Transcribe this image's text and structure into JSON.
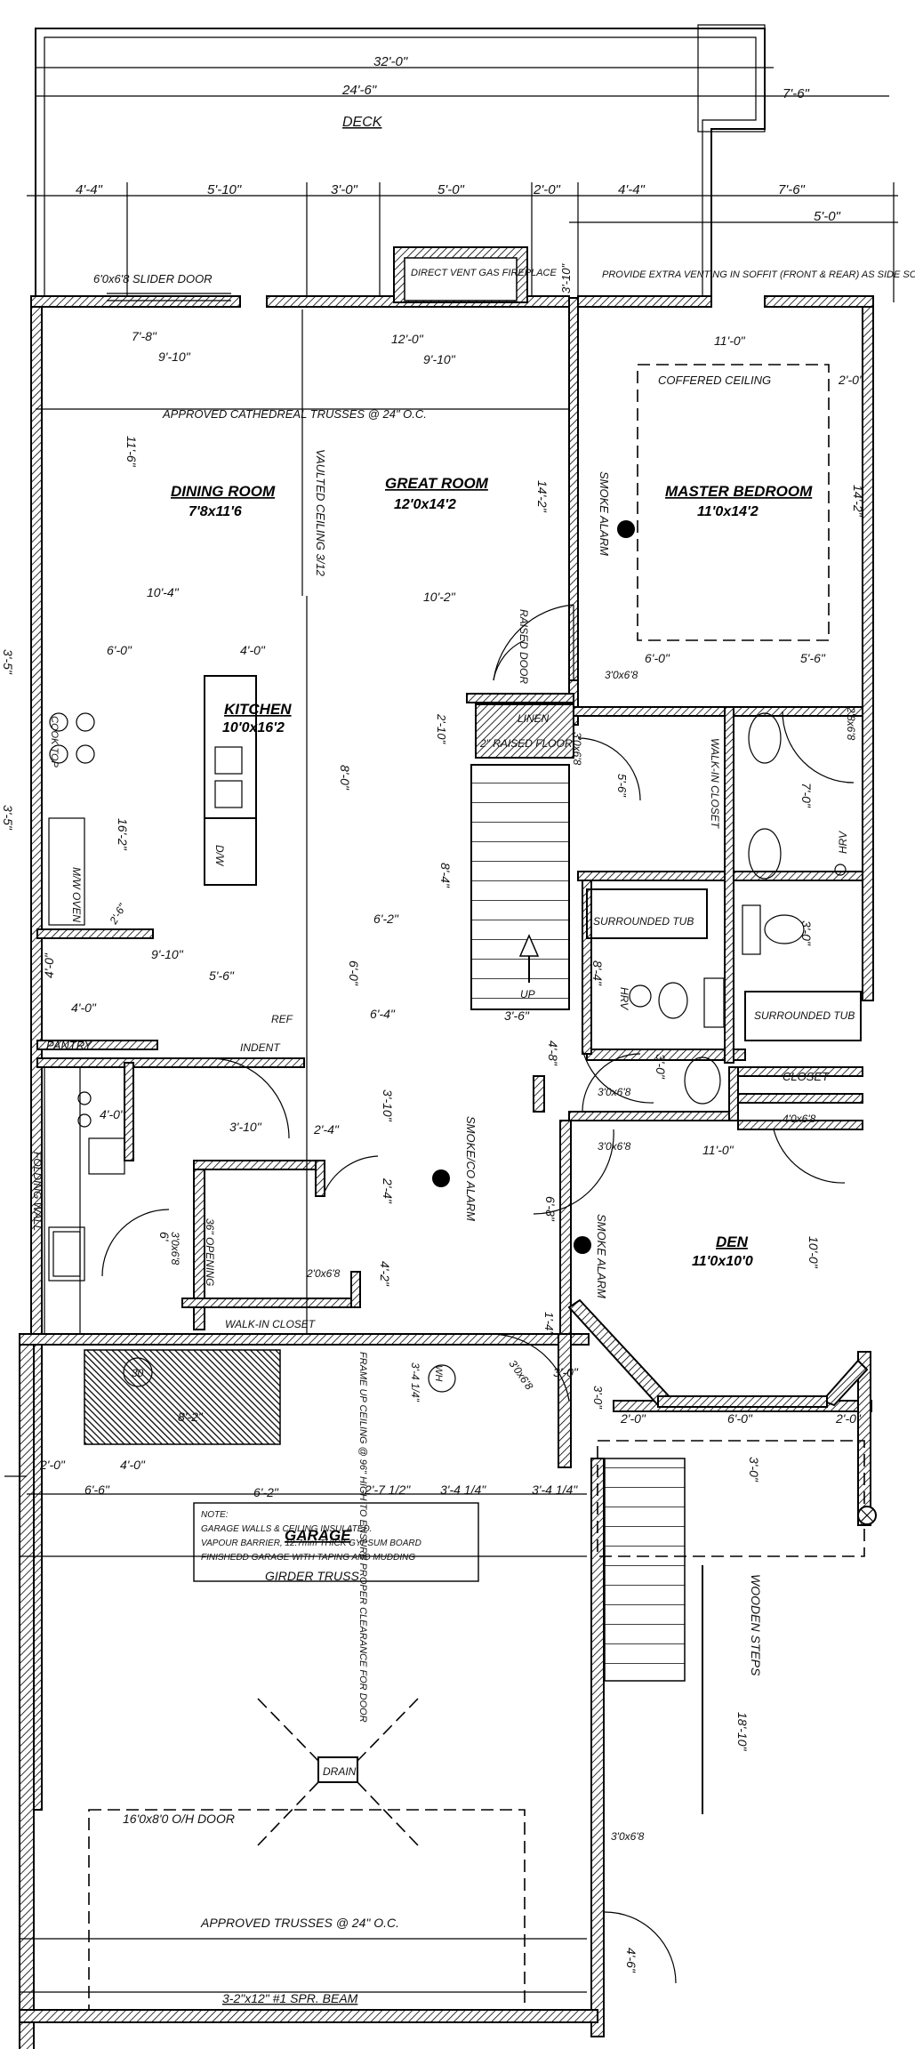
{
  "deck": {
    "label": "DECK",
    "dim_total": "32'-0\"",
    "dim_main": "24'-6\"",
    "dim_right": "7'-6\"",
    "dims_row": [
      "4'-4\"",
      "5'-10\"",
      "3'-0\"",
      "5'-0\"",
      "2'-0\"",
      "4'-4\"",
      "7'-6\""
    ],
    "dim_sub": "5'-0\""
  },
  "notes": {
    "slider": "6'0x6'8 SLIDER DOOR",
    "fireplace": "DIRECT VENT GAS FIREPLACE",
    "fireplace_dim": "3'-10\"",
    "soffit": "PROVIDE EXTRA VENTING IN SOFFIT (FRONT & REAR) AS SIDE SOFFITS ARE NON VENTING",
    "trusses_top": "APPROVED CATHEDREAL TRUSSES @ 24\" O.C.",
    "vaulted": "VAULTED CEILING 3/12",
    "coffered": "COFFERED CEILING",
    "raised_door": "RAISED DOOR",
    "linen": "LINEN",
    "raised_floor": "2\" RAISED FLOOR",
    "walkin_top": "WALK-IN CLOSET",
    "walkin_bottom": "WALK-IN CLOSET",
    "pantry": "PANTRY",
    "ref": "REF",
    "indent": "INDENT",
    "mw_oven": "M/W OVEN",
    "dw": "D/W",
    "opening": "36\" OPENING",
    "frame_up": "FRAME UP CEILING @ 96\" HIGH TO ENSURE PROPER CLEARANCE FOR DOOR",
    "up": "UP",
    "closet": "CLOSET",
    "surrounded_tub_1": "SURROUNDED TUB",
    "surrounded_tub_2": "SURROUNDED TUB",
    "hrv_1": "HRV",
    "hrv_2": "HRV",
    "cooktop": "COOK TOP",
    "laundry": "FOLDING WALL",
    "garage_note": "NOTE:\nGARAGE WALLS & CEILING INSULATED.\nVAPOUR BARRIER, 12.7mm THICK GYPSUM BOARD\nFINISHEDD GARAGE WITH TAPING AND MUDDING",
    "drain": "DRAIN",
    "oh_door": "16'0x8'0 O/H DOOR",
    "trusses_bottom": "APPROVED TRUSSES @ 24\" O.C.",
    "beam": "3-2\"x12\" #1 SPR. BEAM",
    "girder": "GIRDER TRUSS",
    "wooden_steps": "WOODEN STEPS",
    "wh": "WH",
    "smoke_1": "SMOKE ALARM",
    "smoke_2": "SMOKE/CO ALARM",
    "smoke_3": "SMOKE ALARM",
    "count_30": "30"
  },
  "rooms": {
    "dining": {
      "name": "DINING ROOM",
      "size": "7'8x11'6"
    },
    "great": {
      "name": "GREAT ROOM",
      "size": "12'0x14'2"
    },
    "master": {
      "name": "MASTER BEDROOM",
      "size": "11'0x14'2"
    },
    "kitchen": {
      "name": "KITCHEN",
      "size": "10'0x16'2"
    },
    "den": {
      "name": "DEN",
      "size": "11'0x10'0"
    },
    "garage": {
      "name": "GARAGE"
    }
  },
  "dims": {
    "d_7_8": "7'-8\"",
    "d_9_10a": "9'-10\"",
    "d_12_0": "12'-0\"",
    "d_9_10b": "9'-10\"",
    "d_11_0a": "11'-0\"",
    "d_2_0a": "2'-0\"",
    "d_11_6": "11'-6\"",
    "d_14_2a": "14'-2\"",
    "d_14_2b": "14'-2\"",
    "d_10_4": "10'-4\"",
    "d_10_2": "10'-2\"",
    "d_6_0a": "6'-0\"",
    "d_4_0a": "4'-0\"",
    "d_6_0b": "6'-0\"",
    "d_5_6a": "5'-6\"",
    "d_3x68a": "3'0x6'8",
    "d_2_10": "2'-10\"",
    "d_5_6b": "5'-6\"",
    "d_28x68": "2'8x6'8",
    "d_3x68b": "3'0x6'8",
    "d_8_0": "8'-0\"",
    "d_16_2": "16'-2\"",
    "d_7_0": "7'-0\"",
    "d_3_0a": "3'-0\"",
    "d_8_4a": "8'-4\"",
    "d_6_2a": "6'-2\"",
    "d_9_10c": "9'-10\"",
    "d_5_6c": "5'-6\"",
    "d_2_6": "2'-6\"",
    "d_8_4b": "8'-4\"",
    "d_6_0c": "6'-0\"",
    "d_4_0b": "4'-0\"",
    "d_4_0c": "4'-0\"",
    "d_6_4": "6'-4\"",
    "d_3_6": "3'-6\"",
    "d_4_8": "4'-8\"",
    "d_3_0b": "3'-0\"",
    "d_3x68c": "3'0x6'8",
    "d_3x68d": "3'0x6'8",
    "d_4x68": "4'0x6'8",
    "d_4_0d": "4'-0\"",
    "d_3_10a": "3'-10\"",
    "d_2_4a": "2'-4\"",
    "d_3_10b": "3'-10\"",
    "d_2_4b": "2'-4\"",
    "d_11_0b": "11'-0\"",
    "d_6_8": "6'-8\"",
    "d_10_0": "10'-0\"",
    "d_6_b": "6'",
    "d_3x68e": "3'0x6'8",
    "d_2x68": "2'0x6'8",
    "d_4_2": "4'-2\"",
    "d_1_4": "1'-4\"",
    "d_3x68f": "3'0x6'8",
    "d_3_0c": "3'-0\"",
    "d_3_0d": "3'-0\"",
    "d_2_0b": "2'-0\"",
    "d_6_0d": "6'-0\"",
    "d_2_0c": "2'-0\"",
    "d_8_2": "8'-2\"",
    "d_2_0d": "2'-0\"",
    "d_4_0e": "4'-0\"",
    "d_6_6": "6'-6\"",
    "d_6_2b": "6'-2\"",
    "d_2_7": "2'-7 1/2\"",
    "d_3_4a": "3'-4 1/4\"",
    "d_3_4b": "3'-4 1/4\"",
    "d_3_4c": "3'-4 1/4\"",
    "d_3_0e": "3'-0\"",
    "d_18_10": "18'-10\"",
    "d_3x68g": "3'0x6'8",
    "d_4_6": "4'-6\"",
    "d_3_5a": "3'-5\"",
    "d_3_5b": "3'-5\""
  }
}
